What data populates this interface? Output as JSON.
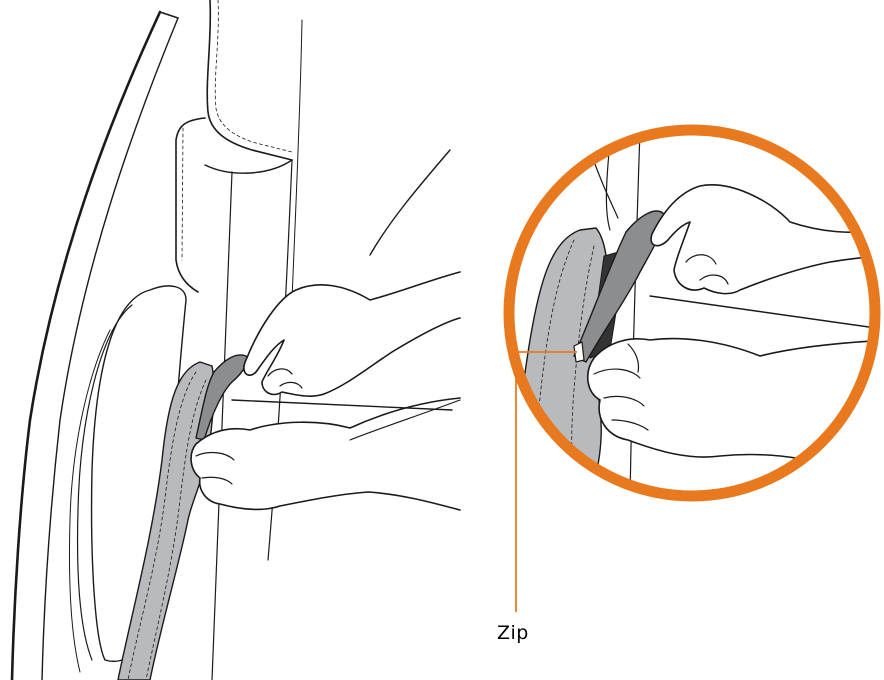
{
  "callout": {
    "label": "Zip",
    "leader_color": "#E8791E"
  },
  "colors": {
    "magnifier_ring": "#E8791E",
    "pad_fill": "#B9BABD",
    "zip_strip": "#333333",
    "pull_tab": "#8C8D90",
    "outline": "#1A1A1A"
  },
  "scene": {
    "left_view": "seat-backrest-side-with-hands-unzipping",
    "right_view": "magnified-detail-of-zip"
  }
}
